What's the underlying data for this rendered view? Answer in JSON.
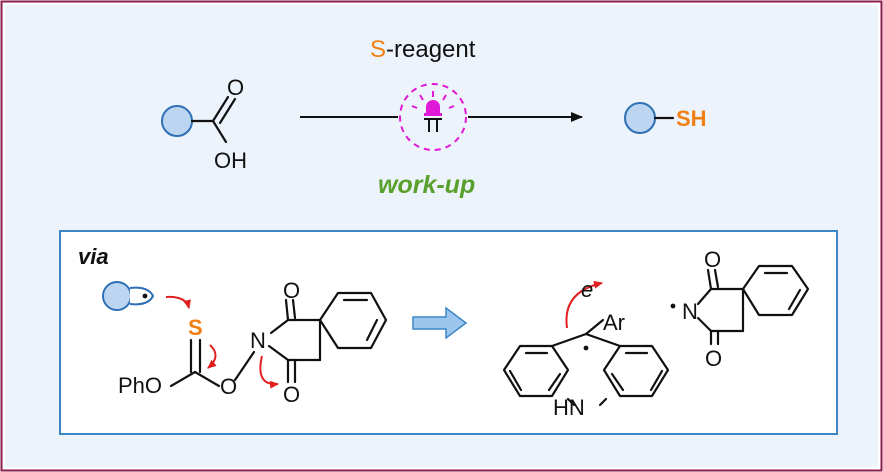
{
  "colors": {
    "outer_border": "#8b1d4a",
    "panel_bg": "#edf3fb",
    "inner_border": "#3c86c6",
    "blob_fill": "#bcd6f2",
    "blob_stroke": "#2f6fb5",
    "sulfur": "#f07f14",
    "workup": "#5aa02c",
    "light": "#e018d8",
    "curly_arrow": "#e0201e",
    "block_arrow": "#9cc6ee"
  },
  "icons": [
    "light-bulb-icon",
    "radical-dot-icon"
  ],
  "top_reaction": {
    "reagent_highlight": "S",
    "reagent_rest": "-reagent",
    "acid_carbonyl_o": "O",
    "acid_hydroxyl": "OH",
    "workup": "work-up",
    "product_thiol": "SH"
  },
  "mechanism": {
    "via": "via",
    "sulfur": "S",
    "phenoxy": "PhO",
    "ester_o": "O",
    "imide_n": "N",
    "imide_o_top": "O",
    "imide_o_bottom": "O",
    "electron": "e",
    "aryl": "Ar",
    "amine": "HN",
    "radical_n": "N",
    "radical_o_top": "O",
    "radical_o_bottom": "O"
  }
}
